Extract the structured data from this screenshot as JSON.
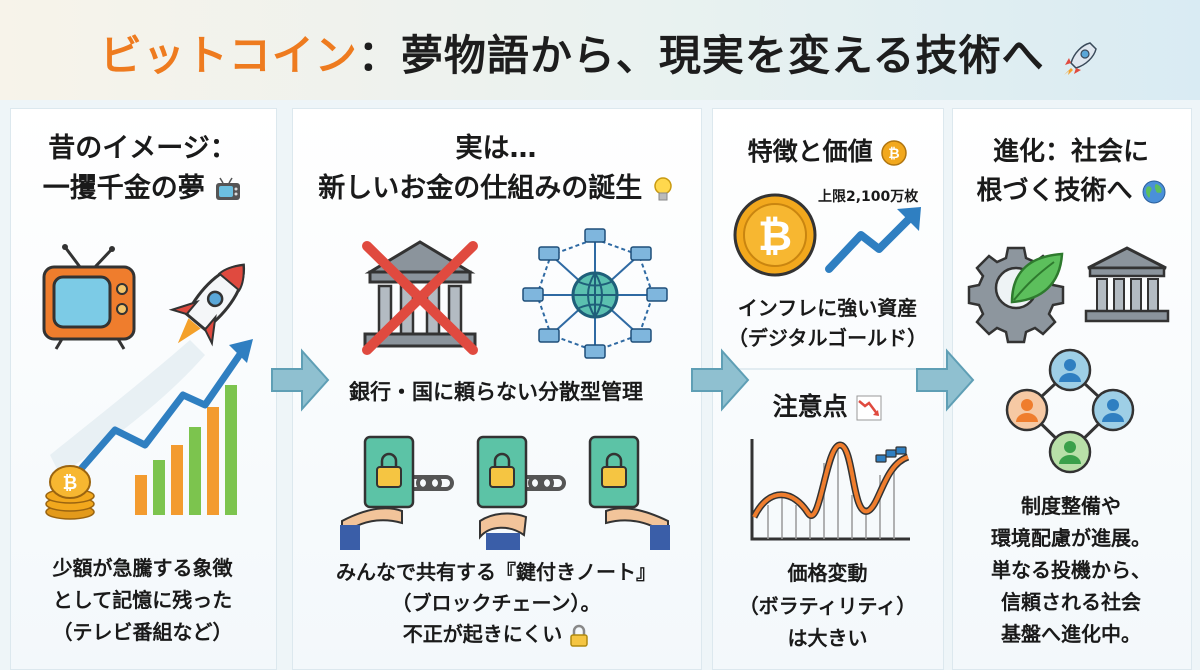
{
  "title": {
    "accent": "ビットコイン",
    "main": "：夢物語から、現実を変える技術へ"
  },
  "panel1": {
    "heading_line1": "昔のイメージ：",
    "heading_line2": "一攫千金の夢",
    "body_lines": [
      "少額が急騰する象徴",
      "として記憶に残った",
      "（テレビ番組など）"
    ]
  },
  "panel2": {
    "heading_line1": "実は…",
    "heading_line2": "新しいお金の仕組みの誕生",
    "caption1": "銀行・国に頼らない分散型管理",
    "body_lines": [
      "みんなで共有する『鍵付きノート』",
      "（ブロックチェーン）。",
      "不正が起きにくい"
    ]
  },
  "panel3": {
    "heading": "特徴と価値",
    "supply_label": "上限2,100万枚",
    "value_lines": [
      "インフレに強い資産",
      "（デジタルゴールド）"
    ],
    "caution_heading": "注意点",
    "caution_lines": [
      "価格変動",
      "（ボラティリティ）",
      "は大きい"
    ]
  },
  "panel4": {
    "heading_line1": "進化：社会に",
    "heading_line2": "根づく技術へ",
    "body_lines": [
      "制度整備や",
      "環境配慮が進展。",
      "単なる投機から、",
      "信頼される社会",
      "基盤へ進化中。"
    ]
  },
  "colors": {
    "accent": "#ee7b1f",
    "arrow": "#5f9fb5",
    "coin": "#f2a81d",
    "cross": "#e04a3f",
    "trend": "#2f7fc1"
  },
  "icons": [
    "rocket-icon",
    "tv-icon",
    "lightbulb-icon",
    "bitcoin-coin-icon",
    "globe-icon",
    "lock-icon",
    "chart-down-icon",
    "bank-icon",
    "network-icon",
    "notebook-chain-icon",
    "gear-leaf-icon",
    "people-network-icon",
    "rollercoaster-icon",
    "trend-arrow-icon"
  ]
}
